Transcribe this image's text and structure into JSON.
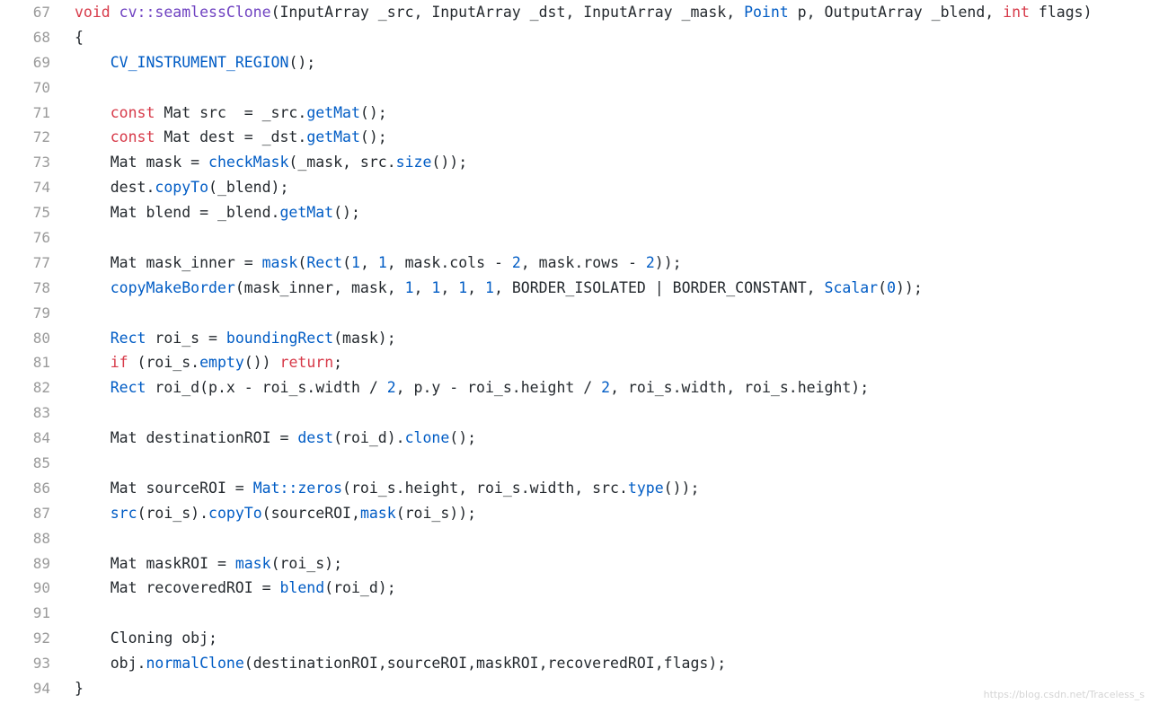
{
  "colors": {
    "text": "#24292e",
    "keyword": "#d73a49",
    "function": "#005cc5",
    "constant": "#005cc5",
    "entity": "#6f42c1",
    "line_number": "#9a9a9a",
    "background": "#ffffff",
    "watermark": "#d5d5d5"
  },
  "code_view": {
    "lines": [
      {
        "num": "67",
        "tokens": [
          {
            "t": "void ",
            "c": "k"
          },
          {
            "t": "cv::seamlessClone",
            "c": "ent"
          },
          {
            "t": "(InputArray _src, InputArray _dst, InputArray _mask, ",
            "c": "pl"
          },
          {
            "t": "Point",
            "c": "en"
          },
          {
            "t": " p, OutputArray _blend, ",
            "c": "pl"
          },
          {
            "t": "int",
            "c": "k"
          },
          {
            "t": " flags)",
            "c": "pl"
          }
        ]
      },
      {
        "num": "68",
        "tokens": [
          {
            "t": "{",
            "c": "pl"
          }
        ]
      },
      {
        "num": "69",
        "tokens": [
          {
            "t": "    ",
            "c": "pl"
          },
          {
            "t": "CV_INSTRUMENT_REGION",
            "c": "en"
          },
          {
            "t": "();",
            "c": "pl"
          }
        ]
      },
      {
        "num": "70",
        "tokens": []
      },
      {
        "num": "71",
        "tokens": [
          {
            "t": "    ",
            "c": "pl"
          },
          {
            "t": "const",
            "c": "k"
          },
          {
            "t": " Mat src  = _src.",
            "c": "pl"
          },
          {
            "t": "getMat",
            "c": "en"
          },
          {
            "t": "();",
            "c": "pl"
          }
        ]
      },
      {
        "num": "72",
        "tokens": [
          {
            "t": "    ",
            "c": "pl"
          },
          {
            "t": "const",
            "c": "k"
          },
          {
            "t": " Mat dest = _dst.",
            "c": "pl"
          },
          {
            "t": "getMat",
            "c": "en"
          },
          {
            "t": "();",
            "c": "pl"
          }
        ]
      },
      {
        "num": "73",
        "tokens": [
          {
            "t": "    Mat mask = ",
            "c": "pl"
          },
          {
            "t": "checkMask",
            "c": "en"
          },
          {
            "t": "(_mask, src.",
            "c": "pl"
          },
          {
            "t": "size",
            "c": "en"
          },
          {
            "t": "());",
            "c": "pl"
          }
        ]
      },
      {
        "num": "74",
        "tokens": [
          {
            "t": "    dest.",
            "c": "pl"
          },
          {
            "t": "copyTo",
            "c": "en"
          },
          {
            "t": "(_blend);",
            "c": "pl"
          }
        ]
      },
      {
        "num": "75",
        "tokens": [
          {
            "t": "    Mat blend = _blend.",
            "c": "pl"
          },
          {
            "t": "getMat",
            "c": "en"
          },
          {
            "t": "();",
            "c": "pl"
          }
        ]
      },
      {
        "num": "76",
        "tokens": []
      },
      {
        "num": "77",
        "tokens": [
          {
            "t": "    Mat mask_inner = ",
            "c": "pl"
          },
          {
            "t": "mask",
            "c": "en"
          },
          {
            "t": "(",
            "c": "pl"
          },
          {
            "t": "Rect",
            "c": "en"
          },
          {
            "t": "(",
            "c": "pl"
          },
          {
            "t": "1",
            "c": "c1"
          },
          {
            "t": ", ",
            "c": "pl"
          },
          {
            "t": "1",
            "c": "c1"
          },
          {
            "t": ", mask.cols - ",
            "c": "pl"
          },
          {
            "t": "2",
            "c": "c1"
          },
          {
            "t": ", mask.rows - ",
            "c": "pl"
          },
          {
            "t": "2",
            "c": "c1"
          },
          {
            "t": "));",
            "c": "pl"
          }
        ]
      },
      {
        "num": "78",
        "tokens": [
          {
            "t": "    ",
            "c": "pl"
          },
          {
            "t": "copyMakeBorder",
            "c": "en"
          },
          {
            "t": "(mask_inner, mask, ",
            "c": "pl"
          },
          {
            "t": "1",
            "c": "c1"
          },
          {
            "t": ", ",
            "c": "pl"
          },
          {
            "t": "1",
            "c": "c1"
          },
          {
            "t": ", ",
            "c": "pl"
          },
          {
            "t": "1",
            "c": "c1"
          },
          {
            "t": ", ",
            "c": "pl"
          },
          {
            "t": "1",
            "c": "c1"
          },
          {
            "t": ", BORDER_ISOLATED | BORDER_CONSTANT, ",
            "c": "pl"
          },
          {
            "t": "Scalar",
            "c": "en"
          },
          {
            "t": "(",
            "c": "pl"
          },
          {
            "t": "0",
            "c": "c1"
          },
          {
            "t": "));",
            "c": "pl"
          }
        ]
      },
      {
        "num": "79",
        "tokens": []
      },
      {
        "num": "80",
        "tokens": [
          {
            "t": "    ",
            "c": "pl"
          },
          {
            "t": "Rect",
            "c": "en"
          },
          {
            "t": " roi_s = ",
            "c": "pl"
          },
          {
            "t": "boundingRect",
            "c": "en"
          },
          {
            "t": "(mask);",
            "c": "pl"
          }
        ]
      },
      {
        "num": "81",
        "tokens": [
          {
            "t": "    ",
            "c": "pl"
          },
          {
            "t": "if",
            "c": "k"
          },
          {
            "t": " (roi_s.",
            "c": "pl"
          },
          {
            "t": "empty",
            "c": "en"
          },
          {
            "t": "()) ",
            "c": "pl"
          },
          {
            "t": "return",
            "c": "k"
          },
          {
            "t": ";",
            "c": "pl"
          }
        ]
      },
      {
        "num": "82",
        "tokens": [
          {
            "t": "    ",
            "c": "pl"
          },
          {
            "t": "Rect",
            "c": "en"
          },
          {
            "t": " roi_d(p.x - roi_s.width / ",
            "c": "pl"
          },
          {
            "t": "2",
            "c": "c1"
          },
          {
            "t": ", p.y - roi_s.height / ",
            "c": "pl"
          },
          {
            "t": "2",
            "c": "c1"
          },
          {
            "t": ", roi_s.width, roi_s.height);",
            "c": "pl"
          }
        ]
      },
      {
        "num": "83",
        "tokens": []
      },
      {
        "num": "84",
        "tokens": [
          {
            "t": "    Mat destinationROI = ",
            "c": "pl"
          },
          {
            "t": "dest",
            "c": "en"
          },
          {
            "t": "(roi_d).",
            "c": "pl"
          },
          {
            "t": "clone",
            "c": "en"
          },
          {
            "t": "();",
            "c": "pl"
          }
        ]
      },
      {
        "num": "85",
        "tokens": []
      },
      {
        "num": "86",
        "tokens": [
          {
            "t": "    Mat sourceROI = ",
            "c": "pl"
          },
          {
            "t": "Mat::zeros",
            "c": "en"
          },
          {
            "t": "(roi_s.height, roi_s.width, src.",
            "c": "pl"
          },
          {
            "t": "type",
            "c": "en"
          },
          {
            "t": "());",
            "c": "pl"
          }
        ]
      },
      {
        "num": "87",
        "tokens": [
          {
            "t": "    ",
            "c": "pl"
          },
          {
            "t": "src",
            "c": "en"
          },
          {
            "t": "(roi_s).",
            "c": "pl"
          },
          {
            "t": "copyTo",
            "c": "en"
          },
          {
            "t": "(sourceROI,",
            "c": "pl"
          },
          {
            "t": "mask",
            "c": "en"
          },
          {
            "t": "(roi_s));",
            "c": "pl"
          }
        ]
      },
      {
        "num": "88",
        "tokens": []
      },
      {
        "num": "89",
        "tokens": [
          {
            "t": "    Mat maskROI = ",
            "c": "pl"
          },
          {
            "t": "mask",
            "c": "en"
          },
          {
            "t": "(roi_s);",
            "c": "pl"
          }
        ]
      },
      {
        "num": "90",
        "tokens": [
          {
            "t": "    Mat recoveredROI = ",
            "c": "pl"
          },
          {
            "t": "blend",
            "c": "en"
          },
          {
            "t": "(roi_d);",
            "c": "pl"
          }
        ]
      },
      {
        "num": "91",
        "tokens": []
      },
      {
        "num": "92",
        "tokens": [
          {
            "t": "    Cloning obj;",
            "c": "pl"
          }
        ]
      },
      {
        "num": "93",
        "tokens": [
          {
            "t": "    obj.",
            "c": "pl"
          },
          {
            "t": "normalClone",
            "c": "en"
          },
          {
            "t": "(destinationROI,sourceROI,maskROI,recoveredROI,flags);",
            "c": "pl"
          }
        ]
      },
      {
        "num": "94",
        "tokens": [
          {
            "t": "}",
            "c": "pl"
          }
        ]
      }
    ]
  },
  "watermark": {
    "text": "https://blog.csdn.net/Traceless_s"
  }
}
